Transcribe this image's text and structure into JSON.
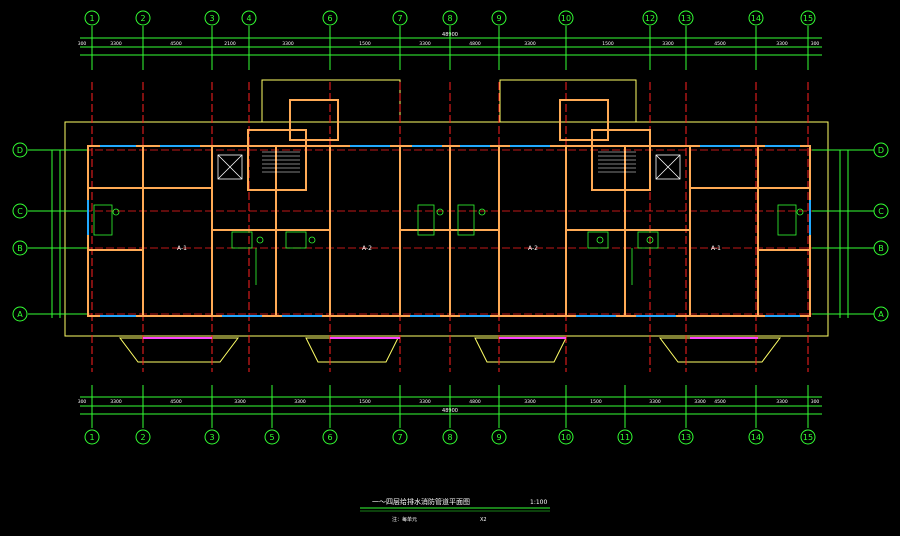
{
  "colors": {
    "background": "#000000",
    "grid_axis": "#ff2020",
    "bubble": "#33ff33",
    "wall": "#ffaa55",
    "outline": "#ffff66",
    "window": "#22aaff",
    "balcony": "#ff44ff",
    "text": "#ffffff",
    "dim": "#33ff33"
  },
  "column_axes": [
    "1",
    "2",
    "3",
    "4",
    "6",
    "7",
    "8",
    "9",
    "10",
    "12",
    "13",
    "14",
    "15"
  ],
  "column_axes_bottom": [
    "1",
    "2",
    "3",
    "5",
    "6",
    "7",
    "8",
    "9",
    "10",
    "11",
    "13",
    "14",
    "15"
  ],
  "row_axes": [
    "D",
    "C",
    "B",
    "A"
  ],
  "dims_top": [
    "300",
    "3300",
    "4500",
    "2100",
    "3300",
    "1500",
    "3300",
    "4800",
    "3300",
    "1500",
    "3300",
    "4500",
    "3300",
    "300"
  ],
  "dims_bottom": [
    "300",
    "3300",
    "4500",
    "3300",
    "3300",
    "1500",
    "3300",
    "4800",
    "3300",
    "1500",
    "3300",
    "3300",
    "4500",
    "3300",
    "300"
  ],
  "total_dim": "48900",
  "room_labels": [
    "A-1",
    "A-2",
    "A-2",
    "A-1"
  ],
  "title": {
    "main": "一～四层给排水消防管道平面图",
    "scale": "1:100",
    "note": "注：每单元",
    "note_tail": "X2"
  }
}
